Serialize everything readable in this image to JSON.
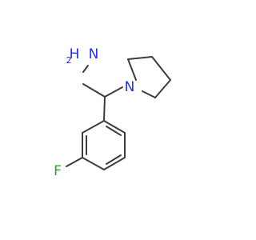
{
  "molecule": {
    "atoms": {
      "amine": {
        "label": "NH2",
        "text": "H",
        "main": "N",
        "sub": "2"
      },
      "pyrrolidine_n": {
        "label": "N"
      },
      "fluorine": {
        "label": "F"
      }
    },
    "colors": {
      "bond": "#3c3c3c",
      "nitrogen": "#1f2cff",
      "fluorine": "#2fa12f",
      "background": "#ffffff"
    }
  }
}
